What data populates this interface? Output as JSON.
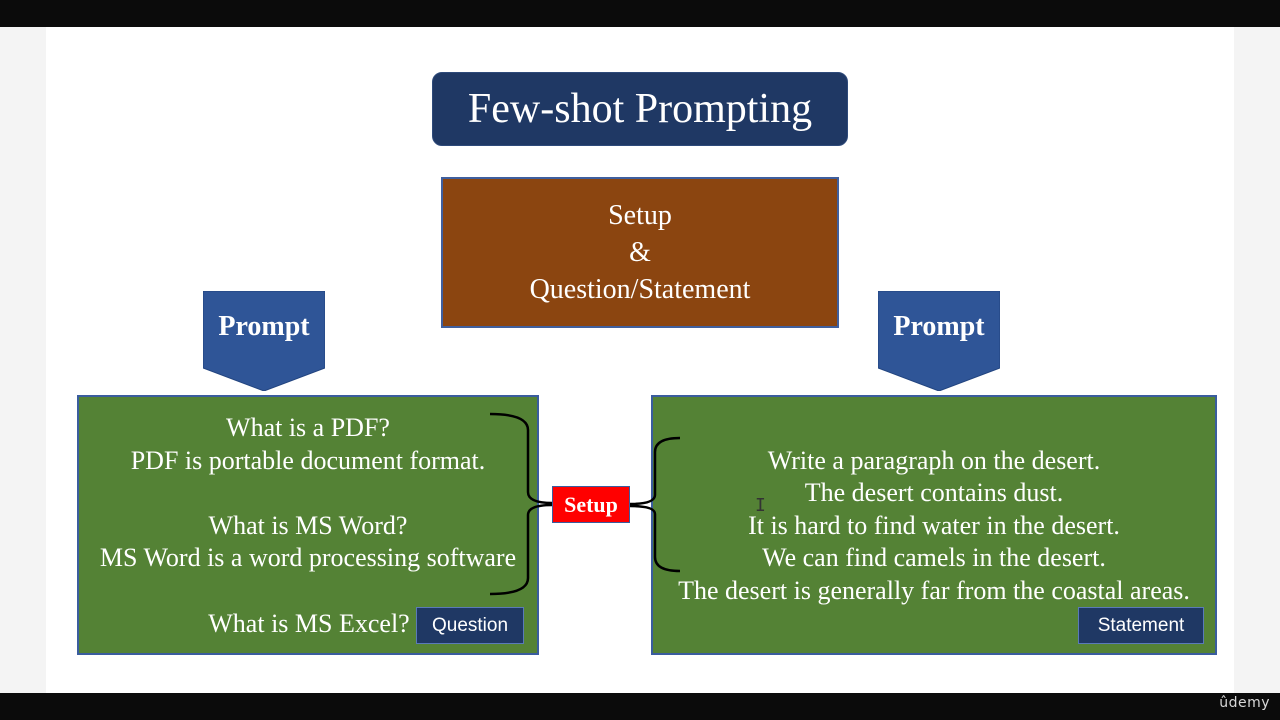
{
  "slide": {
    "title": "Few-shot Prompting",
    "setup_box": {
      "lines": [
        "Setup",
        "&",
        "Question/Statement"
      ]
    },
    "prompt_left": "Prompt",
    "prompt_right": "Prompt",
    "left_box": {
      "lines": [
        "What is a PDF?",
        "PDF is portable document format.",
        "What is MS Word?",
        "MS Word is a word processing software",
        "What is MS Excel?"
      ],
      "tag": "Question"
    },
    "setup_tag": "Setup",
    "right_box": {
      "lines": [
        "Write a paragraph on the desert.",
        "The desert contains dust.",
        "It is hard to find water in the desert.",
        "We can find camels in the desert.",
        "The desert is generally far from the coastal areas."
      ],
      "tag": "Statement"
    }
  },
  "brand": "ûdemy",
  "colors": {
    "title_bg": "#1f3864",
    "setup_bg": "#8b4510",
    "prompt_arrow": "#2f5597",
    "box_green": "#548235",
    "setup_tag_red": "#ff0000"
  }
}
